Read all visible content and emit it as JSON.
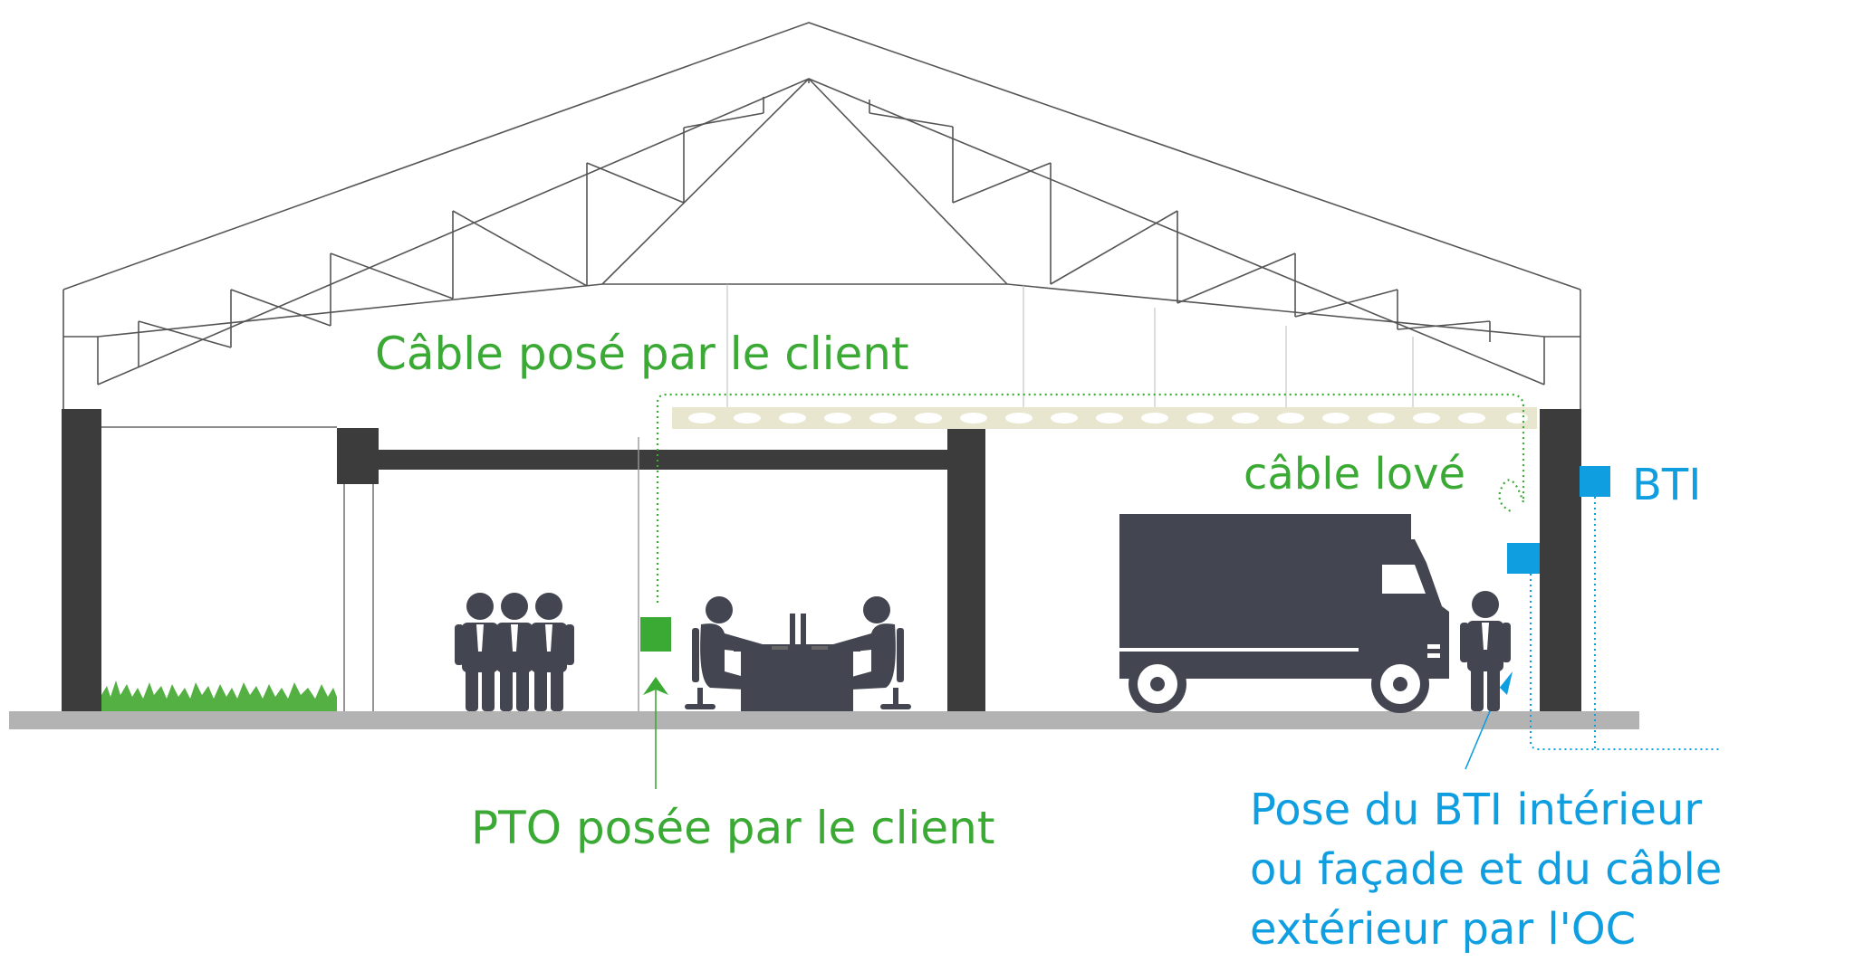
{
  "labels": {
    "cable_client": "Câble posé par le client",
    "cable_love": "câble lové",
    "bti": "BTI",
    "pto": "PTO posée par le client",
    "pose_oc": [
      "Pose du BTI intérieur",
      "ou façade et du câble",
      "extérieur par l'OC"
    ]
  },
  "colors": {
    "client": "#3aaa35",
    "operator": "#0f9ee0",
    "structure": "#3c3c3c",
    "figure": "#434651",
    "ground": "#b3b3b3",
    "tray": "#e9e6cf",
    "grass": "#55b043"
  }
}
